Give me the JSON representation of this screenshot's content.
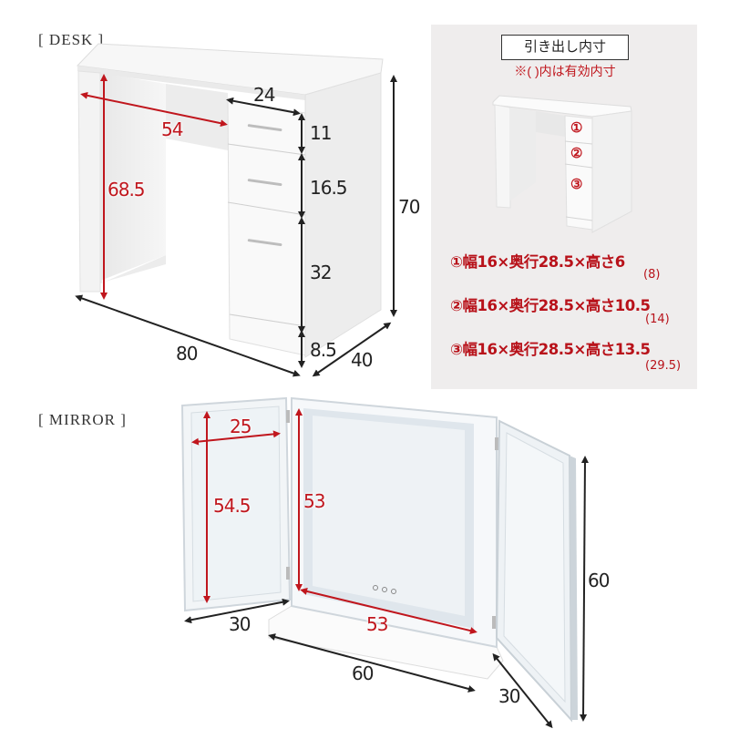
{
  "desk": {
    "title": "[ DESK ]",
    "dimensions": {
      "inner_width": "54",
      "inner_height": "68.5",
      "drawer_width": "24",
      "drawer1_height": "11",
      "drawer2_height": "16.5",
      "drawer3_height": "32",
      "plinth_height": "8.5",
      "total_height": "70",
      "total_width": "80",
      "total_depth": "40"
    }
  },
  "drawer_panel": {
    "title": "引き出し内寸",
    "note": "※( )内は有効内寸",
    "markers": [
      "①",
      "②",
      "③"
    ],
    "specs": [
      {
        "label": "①幅16×奥行28.5×高さ6",
        "effective": "(8)"
      },
      {
        "label": "②幅16×奥行28.5×高さ10.5",
        "effective": "(14)"
      },
      {
        "label": "③幅16×奥行28.5×高さ13.5",
        "effective": "(29.5)"
      }
    ]
  },
  "mirror": {
    "title": "[ MIRROR ]",
    "dimensions": {
      "side_inner_width": "25",
      "side_inner_height": "54.5",
      "center_inner_height": "53",
      "center_inner_width": "53",
      "side_width_left": "30",
      "total_width": "60",
      "side_width_right": "30",
      "total_height": "60"
    }
  },
  "colors": {
    "accent_red": "#c0161d",
    "panel_bg": "#efeded",
    "dim_line": "#222222"
  }
}
